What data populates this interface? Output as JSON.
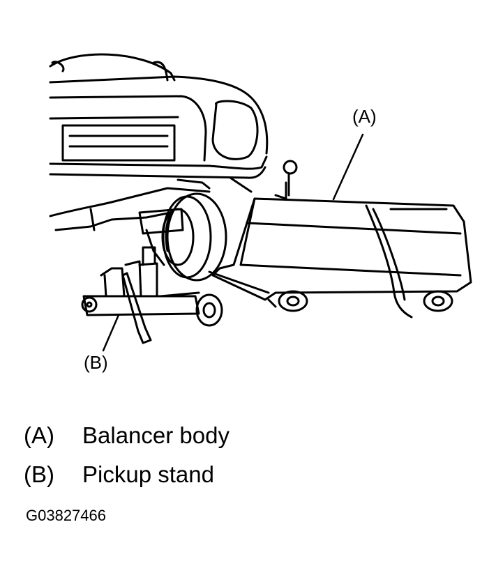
{
  "callouts": {
    "a": "(A)",
    "b": "(B)"
  },
  "legend": [
    {
      "key": "(A)",
      "text": "Balancer body"
    },
    {
      "key": "(B)",
      "text": "Pickup stand"
    }
  ],
  "figure_id": "G03827466"
}
